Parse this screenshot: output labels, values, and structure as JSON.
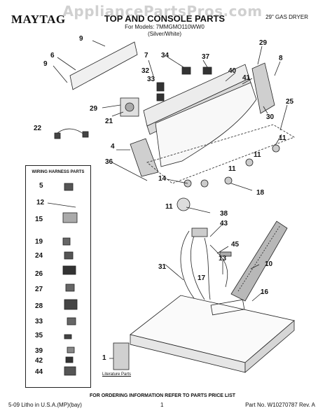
{
  "watermark": "AppliancePartsPros.com",
  "header": {
    "brand": "MAYTAG",
    "title": "TOP AND CONSOLE PARTS",
    "models_line1": "For Models: 7MMGMO110WW0",
    "models_line2": "(Silver/White)",
    "dryer_type": "29\" GAS DRYER"
  },
  "harness": {
    "title": "WIRING HARNESS PARTS"
  },
  "literature_label": "Literature Parts",
  "footer": {
    "notice": "FOR ORDERING INFORMATION REFER TO PARTS PRICE LIST",
    "litho": "5-09 Litho in U.S.A.(MP)(bay)",
    "page": "1",
    "part_no": "Part No. W10270787 Rev. A"
  },
  "callouts": {
    "c9a": "9",
    "c6": "6",
    "c9b": "9",
    "c7": "7",
    "c34": "34",
    "c37": "37",
    "c29a": "29",
    "c8": "8",
    "c32": "32",
    "c33a": "33",
    "c40": "40",
    "c41": "41",
    "c29b": "29",
    "c21": "21",
    "c30": "30",
    "c25": "25",
    "c22": "22",
    "c11a": "11",
    "c4": "4",
    "c11b": "11",
    "c36": "36",
    "c14": "14",
    "c11c": "11",
    "c18": "18",
    "c11d": "11",
    "c38": "38",
    "c43": "43",
    "c45": "45",
    "c31": "31",
    "c13": "13",
    "c17": "17",
    "c10": "10",
    "c16": "16",
    "c1": "1",
    "h5": "5",
    "h12": "12",
    "h15": "15",
    "h19": "19",
    "h24": "24",
    "h26": "26",
    "h27": "27",
    "h28": "28",
    "h33": "33",
    "h35": "35",
    "h39": "39",
    "h42": "42",
    "h44": "44"
  }
}
